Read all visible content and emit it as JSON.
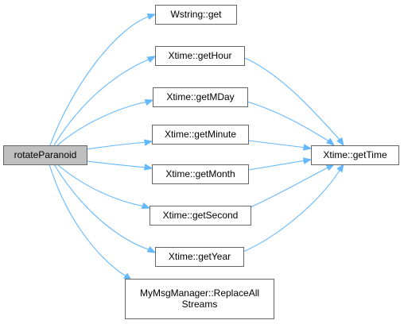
{
  "diagram": {
    "type": "call-graph",
    "colors": {
      "edge": "#63b8ff",
      "node_border": "#666666",
      "root_fill": "#bfbfbf",
      "node_fill": "#ffffff",
      "text": "#000000"
    },
    "nodes": [
      {
        "id": "root",
        "lines": [
          "rotateParanoid"
        ]
      },
      {
        "id": "wstring_get",
        "lines": [
          "Wstring::get"
        ]
      },
      {
        "id": "gethour",
        "lines": [
          "Xtime::getHour"
        ]
      },
      {
        "id": "getmday",
        "lines": [
          "Xtime::getMDay"
        ]
      },
      {
        "id": "getminute",
        "lines": [
          "Xtime::getMinute"
        ]
      },
      {
        "id": "getmonth",
        "lines": [
          "Xtime::getMonth"
        ]
      },
      {
        "id": "getsecond",
        "lines": [
          "Xtime::getSecond"
        ]
      },
      {
        "id": "getyear",
        "lines": [
          "Xtime::getYear"
        ]
      },
      {
        "id": "replaceall",
        "lines": [
          "MyMsgManager::ReplaceAll",
          "Streams"
        ]
      },
      {
        "id": "gettime",
        "lines": [
          "Xtime::getTime"
        ]
      }
    ],
    "edges": [
      {
        "from": "root",
        "to": "wstring_get"
      },
      {
        "from": "root",
        "to": "gethour"
      },
      {
        "from": "root",
        "to": "getmday"
      },
      {
        "from": "root",
        "to": "getminute"
      },
      {
        "from": "root",
        "to": "getmonth"
      },
      {
        "from": "root",
        "to": "getsecond"
      },
      {
        "from": "root",
        "to": "getyear"
      },
      {
        "from": "root",
        "to": "replaceall"
      },
      {
        "from": "gethour",
        "to": "gettime"
      },
      {
        "from": "getmday",
        "to": "gettime"
      },
      {
        "from": "getminute",
        "to": "gettime"
      },
      {
        "from": "getmonth",
        "to": "gettime"
      },
      {
        "from": "getsecond",
        "to": "gettime"
      },
      {
        "from": "getyear",
        "to": "gettime"
      }
    ]
  }
}
